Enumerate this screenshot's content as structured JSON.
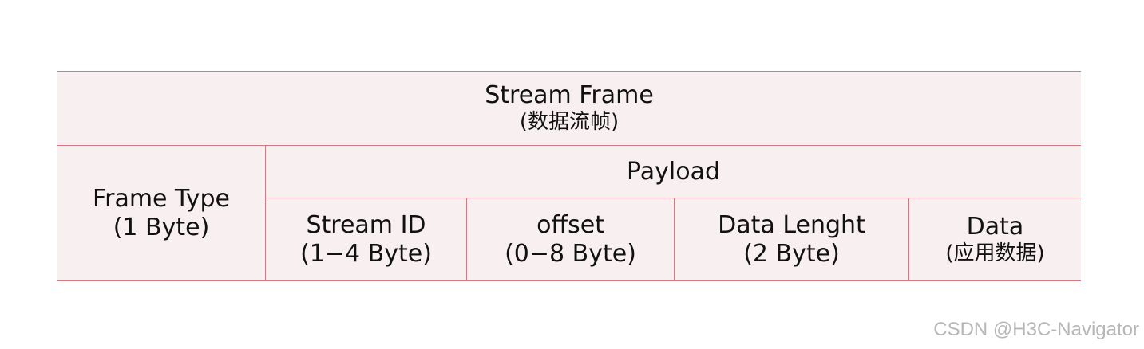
{
  "diagram": {
    "title": "Stream Frame",
    "title_sub": "(数据流帧)",
    "frame_type": {
      "label": "Frame Type",
      "size": "(1 Byte)"
    },
    "payload": {
      "label": "Payload",
      "fields": [
        {
          "label": "Stream ID",
          "size": "(1−4 Byte)"
        },
        {
          "label": "offset",
          "size": "(0−8 Byte)"
        },
        {
          "label": "Data Lenght",
          "size": "(2 Byte)"
        },
        {
          "label": "Data",
          "size": "(应用数据)"
        }
      ]
    }
  },
  "watermark": "CSDN @H3C-Navigator",
  "colors": {
    "cell_fill": "#f8eff0",
    "border": "#d17a7f",
    "text": "#111111"
  }
}
